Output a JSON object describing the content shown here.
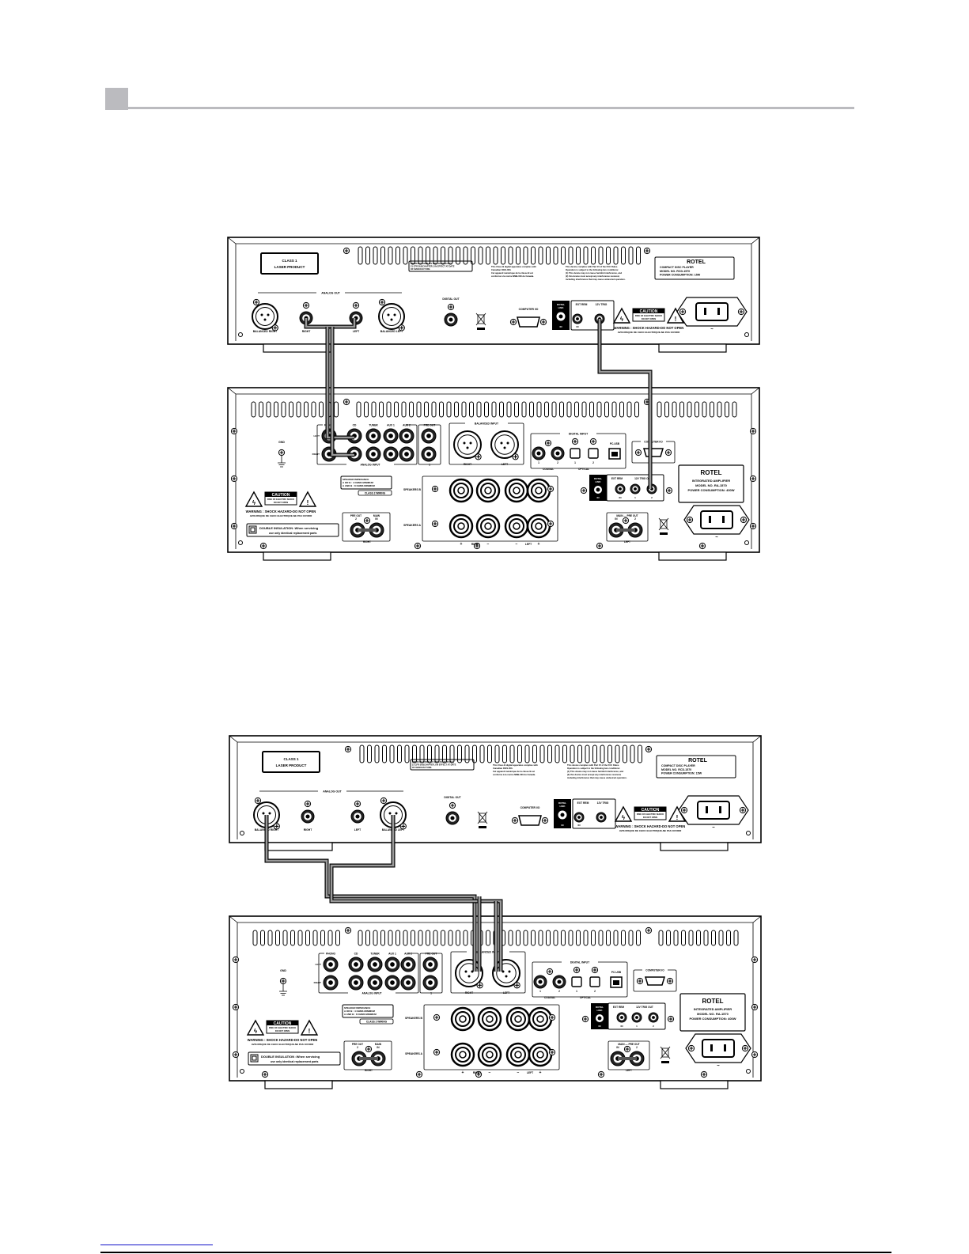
{
  "colors": {
    "header_bar": "#bbbbbf",
    "cable_fill": "#9a9a9a",
    "footer_link": "#1010c8"
  },
  "cd_player": {
    "laser_label": [
      "CLASS 1",
      "LASER PRODUCT"
    ],
    "compliance": [
      "PRODUCT COMPLIES WITH DHHS RULES",
      "21 CFR SUBCHAPTER J IN EFFECT AT DATE",
      "OF MANUFACTURE."
    ],
    "class_b": [
      "This Class B digital apparatus complies with",
      "Canadian ICES-003.",
      "Cet appareil numérique de la classe B est",
      "conforme à la norme NMB-003 du Canada."
    ],
    "fcc": [
      "This device complies with Part 15 of the FCC Rules.",
      "Operation is subject to the following two conditions:",
      "(1) This device may not cause harmful interference, and",
      "(2) this device must accept any interference received,",
      "including interference that may cause undesired operation."
    ],
    "brand": "ROTEL",
    "model_lines": [
      "COMPACT DISC PLAYER",
      "MODEL NO. RCD-1570",
      "POWER CONSUMPTION: 15W"
    ],
    "analog_out": "ANALOG OUT",
    "balanced_right": "BALANCED RIGHT",
    "right": "RIGHT",
    "left": "LEFT",
    "balanced_left": "BALANCED LEFT",
    "digital_out": "DIGITAL OUT",
    "computer_io": "COMPUTER I/O",
    "rotel_link": [
      "ROTEL",
      "LINK"
    ],
    "in": "IN",
    "ext_rem": "EXT REM",
    "trig": "12V TRIG",
    "caution": "CAUTION",
    "caution_sub": [
      "RISK OF ELECTRIC SHOCK",
      "DO NOT OPEN"
    ],
    "warning": "WARNING : SHOCK HAZARD-DO NOT OPEN",
    "warning_fr": "AVIS:RISQUE DE CHOC ELECTRIQUE-NE PAS OUVRIR",
    "ac": "~"
  },
  "amplifier": {
    "gnd": "GND",
    "inputs": [
      "PHONO",
      "CD",
      "TUNER",
      "AUX 1",
      "AUX 2"
    ],
    "pre_out": "PRE OUT",
    "left": "LEFT",
    "right": "RIGHT",
    "analog_input": "ANALOG INPUT",
    "one": "1",
    "two": "2",
    "balanced_input": "BALANCED INPUT",
    "digital_input": "DIGITAL INPUT",
    "coaxial": "COAXIAL",
    "optical": "OPTICAL",
    "pc_usb": "PC-USB",
    "computer_io": "COMPUTER I/O",
    "speaker_impedance": [
      "SPEAKER IMPEDANCE",
      "A OR B : 4 OHMS MINIMUM",
      "A AND B : 8 OHMS MINIMUM"
    ],
    "class2": "CLASS 2 WIRING",
    "speakers_b": "SPEAKERS B",
    "speakers_a": "SPEAKERS A",
    "plus": "+",
    "minus": "−",
    "caution": "CAUTION",
    "caution_sub": [
      "RISK OF ELECTRIC SHOCK",
      "DO NOT OPEN"
    ],
    "warning": "WARNING : SHOCK HAZARD-DO NOT OPEN",
    "warning_fr": "AVIS:RISQUE DE CHOC ELECTRIQUE-NE PAS OUVRIR",
    "double_insulation": [
      "DOUBLE INSULATION :When servicing",
      "use only identical replacement parts"
    ],
    "main": "MAIN",
    "in": "IN",
    "rotel_link": [
      "ROTEL",
      "LINK"
    ],
    "ext_rem": "EXT REM",
    "trig_out": "12V TRIG OUT",
    "main_pre_out": "MAIN — PRE OUT",
    "brand": "ROTEL",
    "model_lines": [
      "INTEGRATED AMPLIFIER",
      "MODEL NO. RA-1570",
      "POWER CONSUMPTION: 400W"
    ],
    "ac": "~"
  }
}
